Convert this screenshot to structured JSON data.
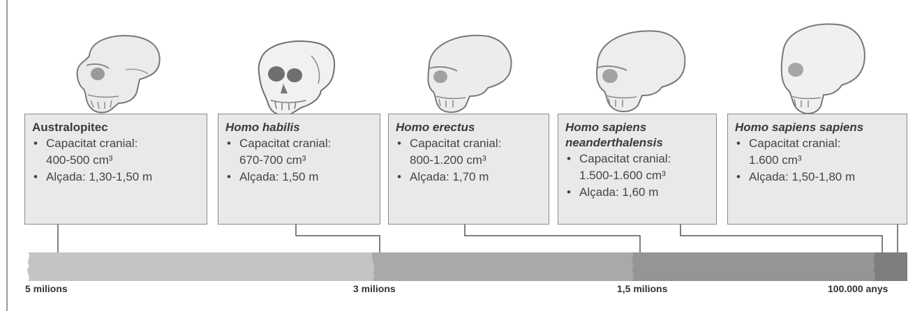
{
  "species": [
    {
      "name": "Australopitec",
      "italic": false,
      "bullets": [
        {
          "label": "Capacitat cranial:",
          "value": "400-500 cm³"
        },
        {
          "label": "Alçada: 1,30-1,50 m",
          "value": ""
        }
      ],
      "skull_icon": "australopithecus-skull-icon"
    },
    {
      "name": "Homo habilis",
      "italic": true,
      "bullets": [
        {
          "label": "Capacitat cranial:",
          "value": "670-700 cm³"
        },
        {
          "label": "Alçada: 1,50 m",
          "value": ""
        }
      ],
      "skull_icon": "homo-habilis-skull-icon"
    },
    {
      "name": "Homo erectus",
      "italic": true,
      "bullets": [
        {
          "label": "Capacitat cranial:",
          "value": "800-1.200 cm³"
        },
        {
          "label": "Alçada: 1,70 m",
          "value": ""
        }
      ],
      "skull_icon": "homo-erectus-skull-icon"
    },
    {
      "name": "Homo sapiens neanderthalensis",
      "name_line1": "Homo sapiens",
      "name_line2": "neanderthalensis",
      "italic": true,
      "bullets": [
        {
          "label": "Capacitat cranial:",
          "value": "1.500-1.600 cm³"
        },
        {
          "label": "Alçada: 1,60 m",
          "value": ""
        }
      ],
      "skull_icon": "neanderthal-skull-icon"
    },
    {
      "name": "Homo sapiens sapiens",
      "italic": true,
      "bullets": [
        {
          "label": "Capacitat cranial:",
          "value": "1.600 cm³"
        },
        {
          "label": "Alçada: 1,50-1,80 m",
          "value": ""
        }
      ],
      "skull_icon": "homo-sapiens-skull-icon"
    }
  ],
  "timeline": {
    "ticks": [
      "5 milions",
      "3 milions",
      "1,5 milions",
      "100.000 anys"
    ],
    "colors": {
      "segment1": "#c4c4c4",
      "segment2": "#a9a9a9",
      "segment3": "#959595",
      "segment4": "#7e7e7e"
    }
  },
  "colors": {
    "card_bg": "#e9e9e9",
    "card_border": "#8a8a8a",
    "connector": "#555555"
  }
}
